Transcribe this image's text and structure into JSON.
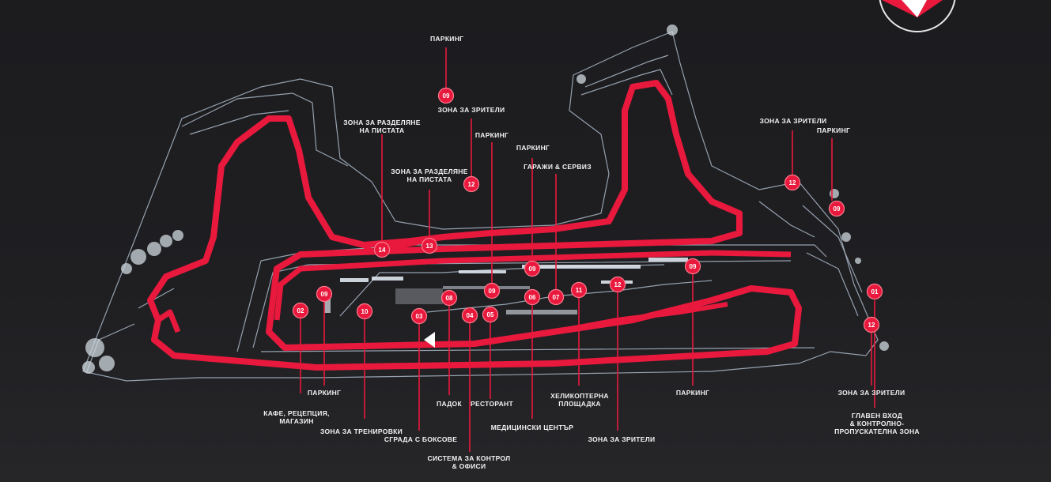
{
  "colors": {
    "track": "#e8193c",
    "outline": "#aab8c8",
    "marker": "#e8193c",
    "background": "#1c1c1f"
  },
  "labels": [
    {
      "id": "parking-top",
      "lines": [
        "ПАРКИНГ"
      ]
    },
    {
      "id": "spectator-top",
      "lines": [
        "ЗОНА ЗА ЗРИТЕЛИ"
      ]
    },
    {
      "id": "pit-split-1",
      "lines": [
        "ЗОНА ЗА РАЗДЕЛЯНЕ",
        "НА ПИСТАТА"
      ]
    },
    {
      "id": "parking-2",
      "lines": [
        "ПАРКИНГ"
      ]
    },
    {
      "id": "parking-3",
      "lines": [
        "ПАРКИНГ"
      ]
    },
    {
      "id": "pit-split-2",
      "lines": [
        "ЗОНА ЗА РАЗДЕЛЯНЕ",
        "НА ПИСТАТА"
      ]
    },
    {
      "id": "garages",
      "lines": [
        "ГАРАЖИ & СЕРВИЗ"
      ]
    },
    {
      "id": "spectator-right",
      "lines": [
        "ЗОНА ЗА ЗРИТЕЛИ"
      ]
    },
    {
      "id": "parking-right",
      "lines": [
        "ПАРКИНГ"
      ]
    },
    {
      "id": "parking-bottom-left",
      "lines": [
        "ПАРКИНГ"
      ]
    },
    {
      "id": "cafe",
      "lines": [
        "КАФЕ, РЕЦЕПЦИЯ,",
        "МАГАЗИН"
      ]
    },
    {
      "id": "training",
      "lines": [
        "ЗОНА ЗА ТРЕНИРОВКИ"
      ]
    },
    {
      "id": "boxes",
      "lines": [
        "СГРАДА С БОКСОВЕ"
      ]
    },
    {
      "id": "control",
      "lines": [
        "СИСТЕМА ЗА КОНТРОЛ",
        "& ОФИСИ"
      ]
    },
    {
      "id": "paddock",
      "lines": [
        "ПАДОК"
      ]
    },
    {
      "id": "restaurant",
      "lines": [
        "РЕСТОРАНТ"
      ]
    },
    {
      "id": "medical",
      "lines": [
        "МЕДИЦИНСКИ ЦЕНТЪР"
      ]
    },
    {
      "id": "heliport",
      "lines": [
        "ХЕЛИКОПТЕРНА",
        "ПЛОЩАДКА"
      ]
    },
    {
      "id": "spectator-bottom",
      "lines": [
        "ЗОНА ЗА ЗРИТЕЛИ"
      ]
    },
    {
      "id": "parking-bottom",
      "lines": [
        "ПАРКИНГ"
      ]
    },
    {
      "id": "spectator-bottom-right",
      "lines": [
        "ЗОНА ЗА ЗРИТЕЛИ"
      ]
    },
    {
      "id": "main-entrance",
      "lines": [
        "ГЛАВЕН ВХОД",
        "& КОНТРОЛНО-",
        "ПРОПУСКАТЕЛНА ЗОНА"
      ]
    }
  ],
  "markers": [
    {
      "id": "m-parking-top",
      "num": "09"
    },
    {
      "id": "m-spectator-top",
      "num": "12"
    },
    {
      "id": "m-pit-split-1",
      "num": "14"
    },
    {
      "id": "m-pit-split-2",
      "num": "13"
    },
    {
      "id": "m-parking-3",
      "num": "09"
    },
    {
      "id": "m-parking-2",
      "num": "09"
    },
    {
      "id": "m-garages",
      "num": "07"
    },
    {
      "id": "m-medical",
      "num": "06"
    },
    {
      "id": "m-heliport",
      "num": "11"
    },
    {
      "id": "m-spectator-bottom",
      "num": "12"
    },
    {
      "id": "m-parking-bottom",
      "num": "09"
    },
    {
      "id": "m-spectator-right",
      "num": "12"
    },
    {
      "id": "m-parking-right",
      "num": "09"
    },
    {
      "id": "m-entrance",
      "num": "01"
    },
    {
      "id": "m-spectator-bottom-right",
      "num": "12"
    },
    {
      "id": "m-cafe",
      "num": "02"
    },
    {
      "id": "m-parking-bottom-left",
      "num": "09"
    },
    {
      "id": "m-training",
      "num": "10"
    },
    {
      "id": "m-boxes",
      "num": "03"
    },
    {
      "id": "m-paddock",
      "num": "08"
    },
    {
      "id": "m-control",
      "num": "04"
    },
    {
      "id": "m-restaurant",
      "num": "05"
    }
  ]
}
